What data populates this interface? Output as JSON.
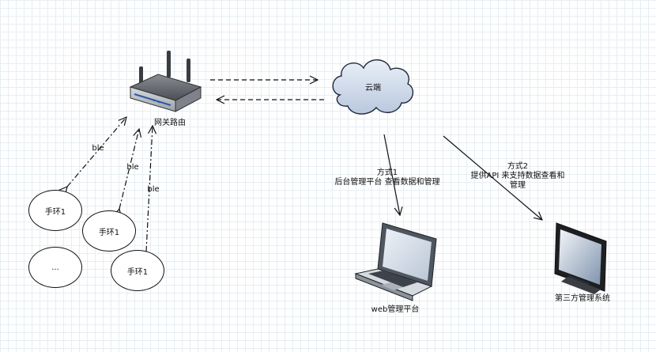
{
  "gateway": {
    "label": "网关路由",
    "icon": "router-icon"
  },
  "cloud": {
    "label": "云端",
    "icon": "cloud-icon"
  },
  "bands": [
    {
      "label": "手环1"
    },
    {
      "label": "手环1"
    },
    {
      "label": "..."
    },
    {
      "label": "手环1"
    }
  ],
  "ble_labels": [
    "ble",
    "ble",
    "ble"
  ],
  "method1": {
    "title": "方式1",
    "desc": "后台管理平台 查看数据和管理"
  },
  "method2": {
    "title": "方式2",
    "desc_line1": "提供API 来支持数据查看和",
    "desc_line2": "管理"
  },
  "web_platform": {
    "label": "web管理平台",
    "icon": "laptop-icon"
  },
  "third_party": {
    "label": "第三方管理系统",
    "icon": "monitor-icon"
  }
}
